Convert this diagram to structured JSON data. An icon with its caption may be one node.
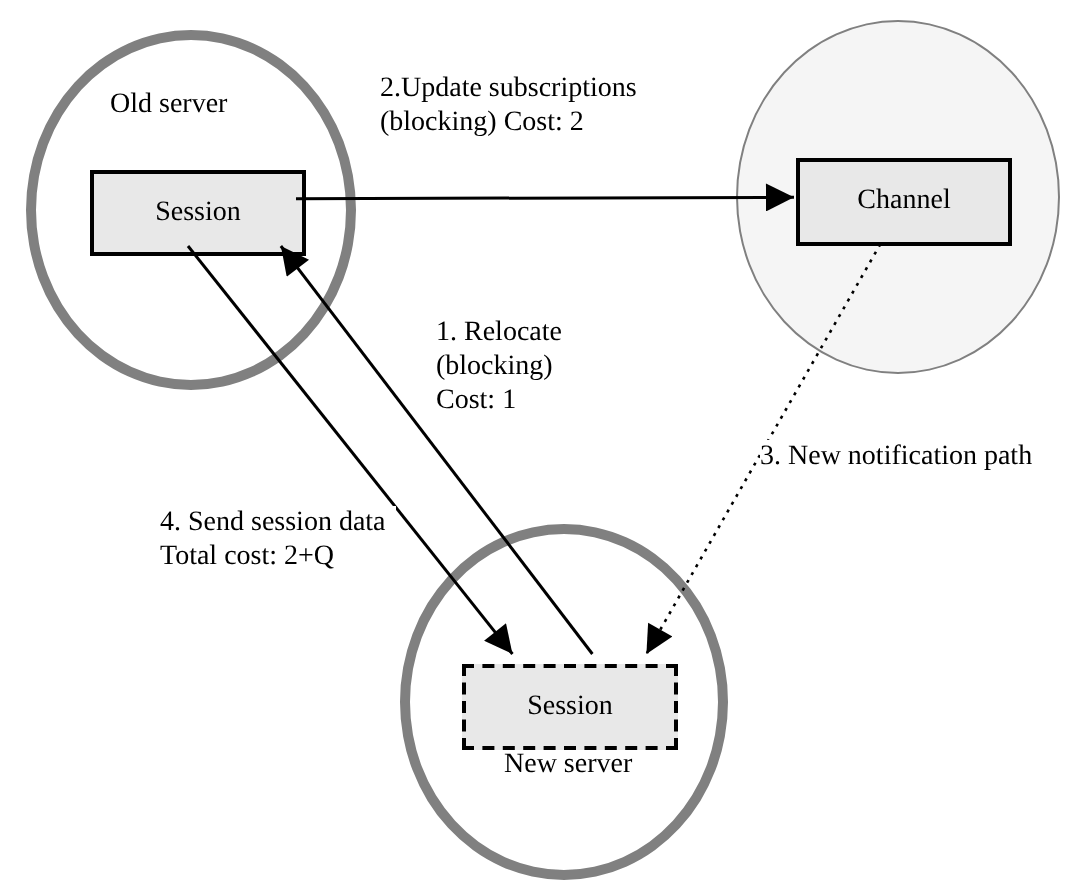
{
  "diagram": {
    "nodes": [
      {
        "text": [
          "Old server"
        ]
      },
      {
        "text": [
          "Session"
        ],
        "in": 0
      },
      {
        "text": [],
        "shape": "circle"
      },
      {
        "text": [
          "Channel"
        ],
        "in": 2
      },
      {
        "text": [
          "New server"
        ]
      },
      {
        "text": [
          "Session"
        ],
        "in": 4
      }
    ],
    "edges": [
      {
        "from": 1,
        "to": 3,
        "arrow": "to",
        "label": "2.Update subscriptions (blocking) Cost: 2"
      },
      {
        "from": 5,
        "to": 1,
        "arrow": "to",
        "label": "1. Relocate (blocking) Cost: 1"
      },
      {
        "from": 3,
        "to": 5,
        "arrow": "to",
        "label": "3. New notification path",
        "style": "dashed"
      },
      {
        "from": 1,
        "to": 5,
        "arrow": "to",
        "label": "4. Send session data Total  cost: 2+Q"
      }
    ]
  }
}
